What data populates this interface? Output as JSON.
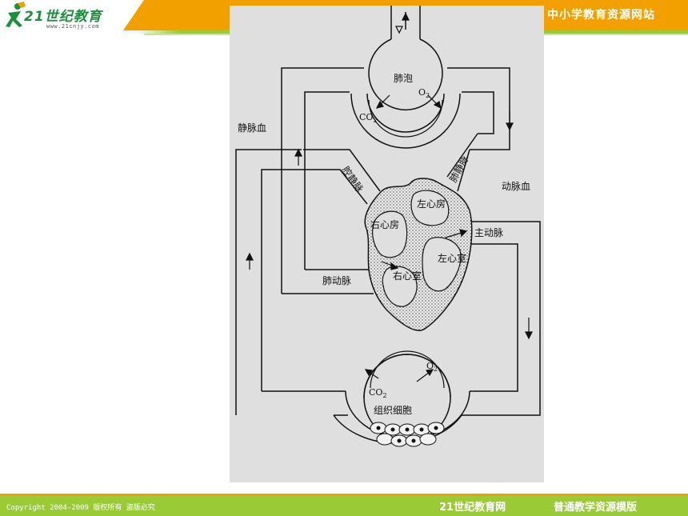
{
  "header": {
    "logo_text": "21世纪教育",
    "logo_url": "www.21cnjy.com",
    "site_title": "中小学教育资源网站"
  },
  "diagram": {
    "labels": {
      "alveolus": "肺泡",
      "o2_top": "O",
      "co2_top": "CO",
      "venous_blood": "静脉血",
      "arterial_blood": "动脉血",
      "vena_cava": "腔静脉",
      "pulmonary_vein": "肺静脉",
      "right_atrium": "右心房",
      "left_atrium": "左心房",
      "aorta": "主动脉",
      "left_ventricle": "左心室",
      "right_ventricle": "右心室",
      "pulmonary_artery": "肺动脉",
      "co2_bottom": "CO",
      "o2_bottom": "O",
      "tissue_cells": "组织细胞",
      "subscript_2": "2"
    }
  },
  "footer": {
    "copyright": "Copyright 2004-2009 版权所有 盗版必究",
    "brand": "21世纪教育网",
    "template": "普通教学资源模版"
  }
}
